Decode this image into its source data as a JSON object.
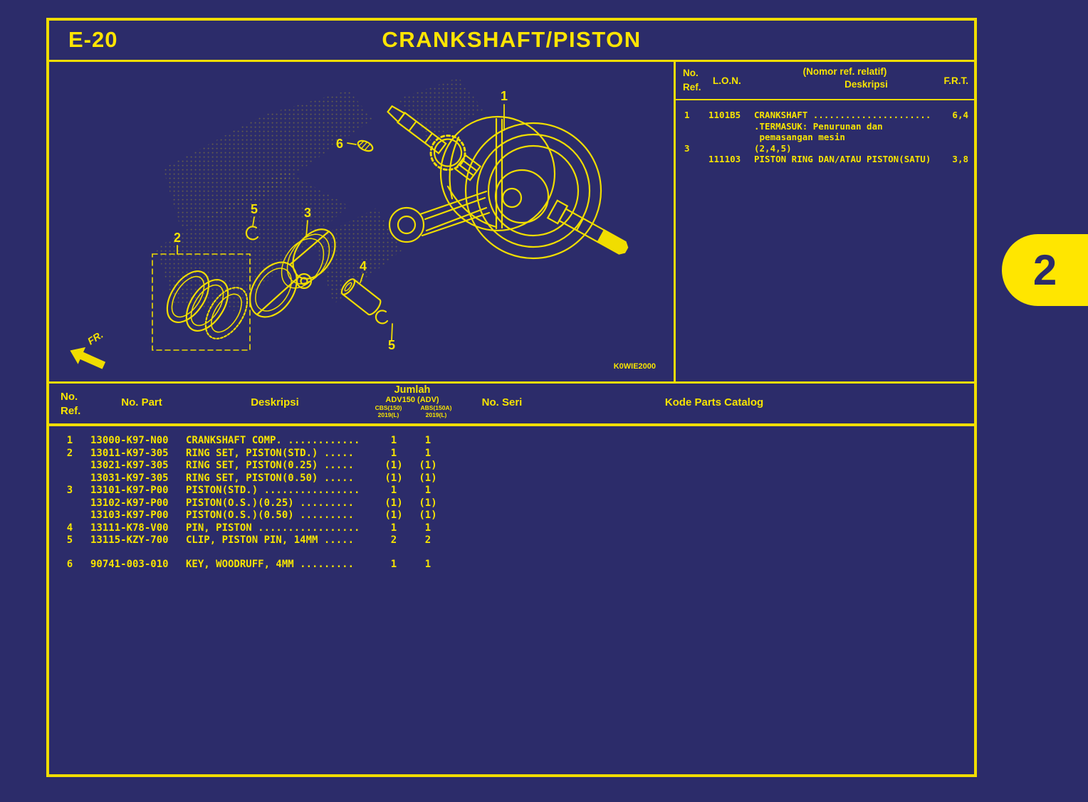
{
  "colors": {
    "navy": "#2c2c6a",
    "line_yellow": "#f0dd00",
    "text_yellow": "#f7e400",
    "tab_yellow": "#ffe600"
  },
  "page": {
    "code": "E-20",
    "title": "CRANKSHAFT/PISTON",
    "tab_label": "2"
  },
  "ref_table": {
    "headers": {
      "no": "No.",
      "ref": "Ref.",
      "lon": "L.O.N.",
      "desc_top": "(Nomor ref. relatif)",
      "desc_bottom": "Deskripsi",
      "frt": "F.R.T."
    },
    "rows": [
      {
        "ref": "1",
        "lon": "1101B5",
        "desc": "CRANKSHAFT ......................",
        "frt": "6,4"
      },
      {
        "ref": "",
        "lon": "",
        "desc": ".TERMASUK: Penurunan dan",
        "frt": ""
      },
      {
        "ref": "",
        "lon": "",
        "desc": " pemasangan mesin",
        "frt": ""
      },
      {
        "ref": "3",
        "lon": "",
        "desc": "(2,4,5)",
        "frt": ""
      },
      {
        "ref": "",
        "lon": "111103",
        "desc": "PISTON RING DAN/ATAU PISTON(SATU)",
        "frt": "3,8"
      }
    ]
  },
  "diagram": {
    "callouts": [
      "1",
      "6",
      "5",
      "3",
      "2",
      "4",
      "5"
    ],
    "fr_label": "FR.",
    "code": "K0WIE2000"
  },
  "parts_table": {
    "headers": {
      "no": "No.",
      "ref": "Ref.",
      "no_part": "No. Part",
      "deskripsi": "Deskripsi",
      "jumlah": "Jumlah",
      "model": "ADV150 (ADV)",
      "variant_1": "CBS(150)",
      "variant_2": "ABS(150A)",
      "year_1": "2019(L)",
      "year_2": "2019(L)",
      "no_seri": "No. Seri",
      "kode": "Kode Parts Catalog"
    },
    "rows": [
      {
        "ref": "1",
        "part": "13000-K97-N00",
        "desc": "CRANKSHAFT COMP. ............",
        "q1": "1",
        "q2": "1"
      },
      {
        "ref": "2",
        "part": "13011-K97-305",
        "desc": "RING SET, PISTON(STD.) .....",
        "q1": "1",
        "q2": "1"
      },
      {
        "ref": "",
        "part": "13021-K97-305",
        "desc": "RING SET, PISTON(0.25) .....",
        "q1": "(1)",
        "q2": "(1)"
      },
      {
        "ref": "",
        "part": "13031-K97-305",
        "desc": "RING SET, PISTON(0.50) .....",
        "q1": "(1)",
        "q2": "(1)"
      },
      {
        "ref": "3",
        "part": "13101-K97-P00",
        "desc": "PISTON(STD.) ................",
        "q1": "1",
        "q2": "1"
      },
      {
        "ref": "",
        "part": "13102-K97-P00",
        "desc": "PISTON(O.S.)(0.25) .........",
        "q1": "(1)",
        "q2": "(1)"
      },
      {
        "ref": "",
        "part": "13103-K97-P00",
        "desc": "PISTON(O.S.)(0.50) .........",
        "q1": "(1)",
        "q2": "(1)"
      },
      {
        "ref": "4",
        "part": "13111-K78-V00",
        "desc": "PIN, PISTON .................",
        "q1": "1",
        "q2": "1"
      },
      {
        "ref": "5",
        "part": "13115-KZY-700",
        "desc": "CLIP, PISTON PIN, 14MM .....",
        "q1": "2",
        "q2": "2"
      },
      {
        "ref": "6",
        "part": "90741-003-010",
        "desc": "KEY, WOODRUFF, 4MM .........",
        "q1": "1",
        "q2": "1"
      }
    ]
  }
}
